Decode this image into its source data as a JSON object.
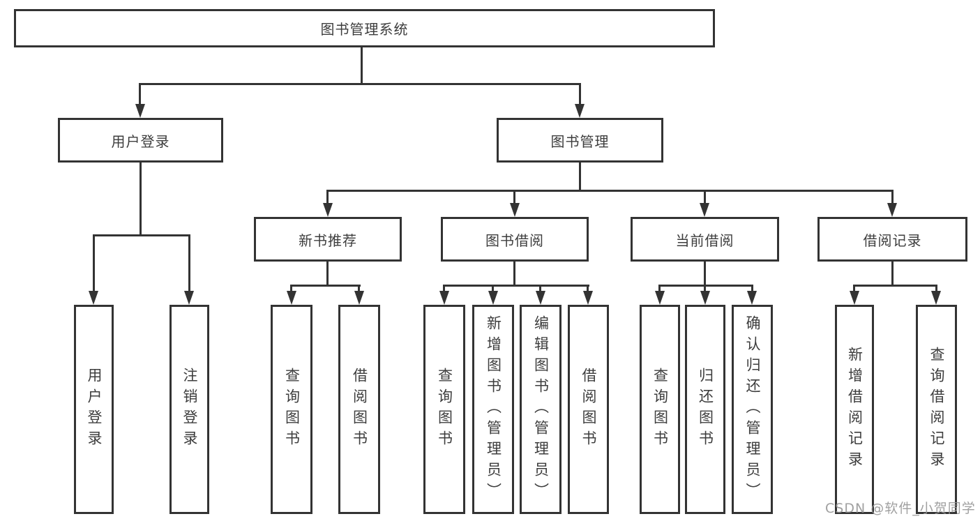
{
  "diagram": {
    "title": "图书管理系统",
    "colors": {
      "line": "#333333",
      "box_border": "#333333",
      "text": "#3d3d3d",
      "background": "#ffffff",
      "watermark": "#969696"
    }
  },
  "root": {
    "label": "图书管理系统"
  },
  "level2": {
    "user_login": {
      "label": "用户登录"
    },
    "book_mgmt": {
      "label": "图书管理"
    }
  },
  "level3": {
    "new_books": {
      "label": "新书推荐"
    },
    "book_borrow": {
      "label": "图书借阅"
    },
    "current_borrow": {
      "label": "当前借阅"
    },
    "borrow_records": {
      "label": "借阅记录"
    }
  },
  "leaves": {
    "user_login": {
      "label": "用户登录"
    },
    "logout": {
      "label": "注销登录"
    },
    "query_books_new": {
      "label": "查询图书"
    },
    "borrow_books_new": {
      "label": "借阅图书"
    },
    "query_books_borrow": {
      "label": "查询图书"
    },
    "add_books": {
      "label": "新增图书（管理员）"
    },
    "edit_books": {
      "label": "编辑图书（管理员）"
    },
    "borrow_books_borrow": {
      "label": "借阅图书"
    },
    "query_books_current": {
      "label": "查询图书"
    },
    "return_books": {
      "label": "归还图书"
    },
    "confirm_return": {
      "label": "确认归还（管理员）"
    },
    "add_borrow_record": {
      "label": "新增借阅记录"
    },
    "query_borrow_record": {
      "label": "查询借阅记录"
    }
  },
  "watermark": {
    "text": "CSDN @软件_小贺同学"
  }
}
